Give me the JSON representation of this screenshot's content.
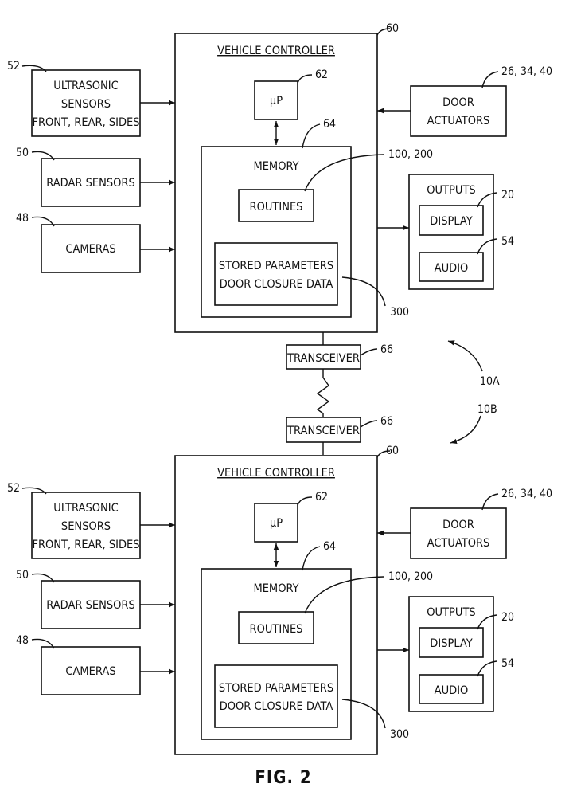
{
  "figure_label": "FIG. 2",
  "system_labels": {
    "a": "10A",
    "b": "10B"
  },
  "controllers": [
    {
      "title": "VEHICLE CONTROLLER",
      "ref": "60",
      "processor": "µP",
      "processor_ref": "62",
      "memory": "MEMORY",
      "memory_ref": "64",
      "routines": "ROUTINES",
      "routines_ref": "100, 200",
      "stored_line1": "STORED PARAMETERS",
      "stored_line2": "DOOR CLOSURE DATA",
      "stored_ref": "300",
      "ultrasonic_line1": "ULTRASONIC",
      "ultrasonic_line2": "SENSORS",
      "ultrasonic_line3": "FRONT, REAR, SIDES",
      "ultrasonic_ref": "52",
      "radar": "RADAR SENSORS",
      "radar_ref": "50",
      "cameras": "CAMERAS",
      "cameras_ref": "48",
      "door_line1": "DOOR",
      "door_line2": "ACTUATORS",
      "door_ref": "26, 34, 40",
      "outputs": "OUTPUTS",
      "display": "DISPLAY",
      "display_ref": "20",
      "audio": "AUDIO",
      "audio_ref": "54"
    },
    {
      "title": "VEHICLE CONTROLLER",
      "ref": "60",
      "processor": "µP",
      "processor_ref": "62",
      "memory": "MEMORY",
      "memory_ref": "64",
      "routines": "ROUTINES",
      "routines_ref": "100, 200",
      "stored_line1": "STORED PARAMETERS",
      "stored_line2": "DOOR CLOSURE DATA",
      "stored_ref": "300",
      "ultrasonic_line1": "ULTRASONIC",
      "ultrasonic_line2": "SENSORS",
      "ultrasonic_line3": "FRONT, REAR, SIDES",
      "ultrasonic_ref": "52",
      "radar": "RADAR SENSORS",
      "radar_ref": "50",
      "cameras": "CAMERAS",
      "cameras_ref": "48",
      "door_line1": "DOOR",
      "door_line2": "ACTUATORS",
      "door_ref": "26, 34, 40",
      "outputs": "OUTPUTS",
      "display": "DISPLAY",
      "display_ref": "20",
      "audio": "AUDIO",
      "audio_ref": "54"
    }
  ],
  "transceivers": [
    {
      "label": "TRANSCEIVER",
      "ref": "66"
    },
    {
      "label": "TRANSCEIVER",
      "ref": "66"
    }
  ]
}
